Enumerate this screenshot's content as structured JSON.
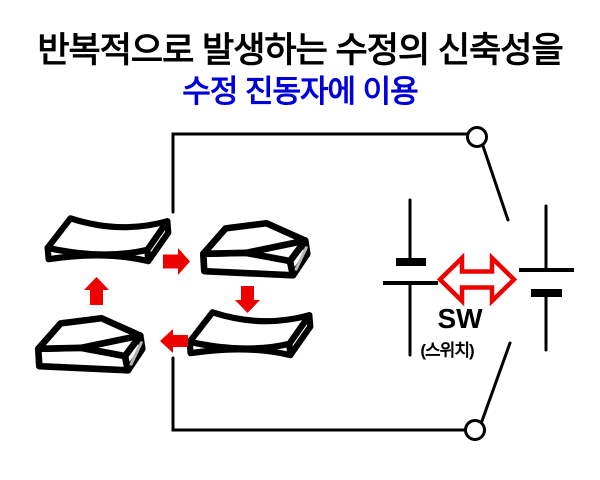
{
  "title": {
    "line1": "반복적으로 발생하는 수정의 신축성을",
    "line2": "수정 진동자에 이용"
  },
  "switch": {
    "label": "SW",
    "sublabel": "(스위치)"
  },
  "colors": {
    "title_text": "#000000",
    "subtitle_blue": "#0000dd",
    "arrow_red": "#ee0000",
    "line_black": "#000000",
    "background": "#ffffff"
  },
  "icons": {
    "crystal_top_left": "quartz-plate-bent-icon",
    "crystal_top_right": "quartz-plate-bulged-icon",
    "crystal_bottom_right": "quartz-plate-bent-icon",
    "crystal_bottom_left": "quartz-plate-bulged-icon",
    "cycle_arrows": [
      "arrow-right-icon",
      "arrow-down-icon",
      "arrow-left-icon",
      "arrow-up-icon"
    ],
    "switch_toggle": "double-headed-arrow-icon",
    "battery_left": "battery-symbol-icon",
    "battery_right": "battery-symbol-icon",
    "terminal_top": "open-terminal-icon",
    "terminal_bottom": "open-terminal-icon"
  }
}
